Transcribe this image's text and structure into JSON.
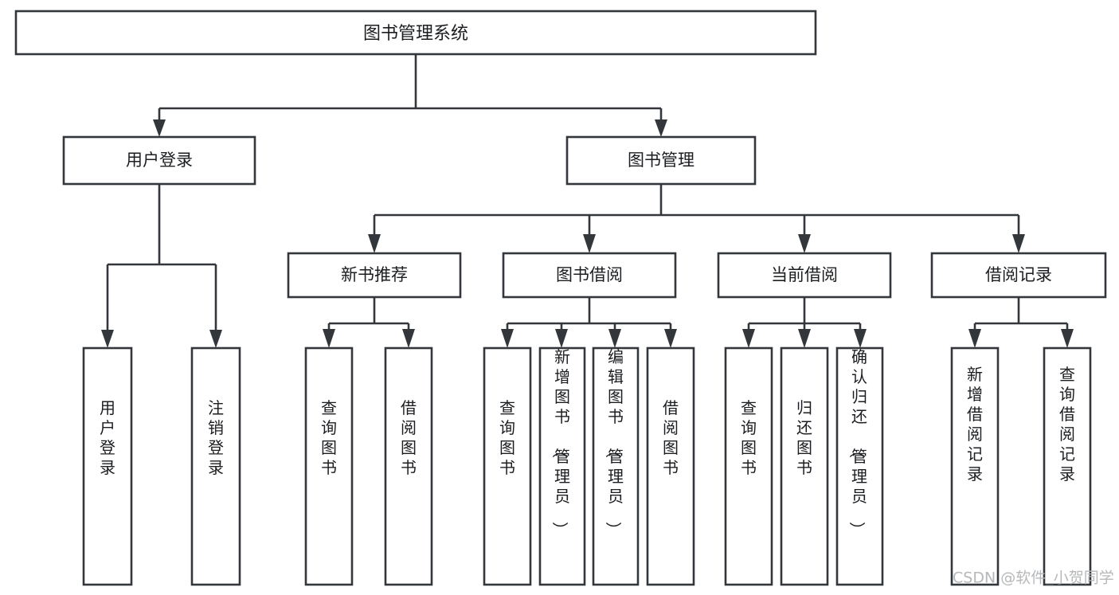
{
  "diagram": {
    "type": "tree-hierarchy-chart",
    "title": "图书管理系统",
    "orientation": "top-down",
    "colors": {
      "box_stroke": "#33373b",
      "box_fill": "#ffffff",
      "connector": "#33373b",
      "text": "#1b1d20",
      "background": "#ffffff",
      "watermark": "#b6b8ba"
    },
    "root": {
      "label": "图书管理系统"
    },
    "level2": [
      {
        "label": "用户登录"
      },
      {
        "label": "图书管理"
      }
    ],
    "level3": [
      {
        "label": "新书推荐"
      },
      {
        "label": "图书借阅"
      },
      {
        "label": "当前借阅"
      },
      {
        "label": "借阅记录"
      }
    ],
    "leaves": {
      "user_login": [
        {
          "label": "用户登录"
        },
        {
          "label": "注销登录"
        }
      ],
      "new_book_recommend": [
        {
          "label": "查询图书"
        },
        {
          "label": "借阅图书"
        }
      ],
      "book_borrow": [
        {
          "label": "查询图书"
        },
        {
          "label": "新增图书（管理员）"
        },
        {
          "label": "编辑图书（管理员）"
        },
        {
          "label": "借阅图书"
        }
      ],
      "current_borrow": [
        {
          "label": "查询图书"
        },
        {
          "label": "归还图书"
        },
        {
          "label": "确认归还（管理员）"
        }
      ],
      "borrow_records": [
        {
          "label": "新增借阅记录"
        },
        {
          "label": "查询借阅记录"
        }
      ]
    }
  },
  "watermark": {
    "text": "CSDN @软件_小贺同学"
  }
}
